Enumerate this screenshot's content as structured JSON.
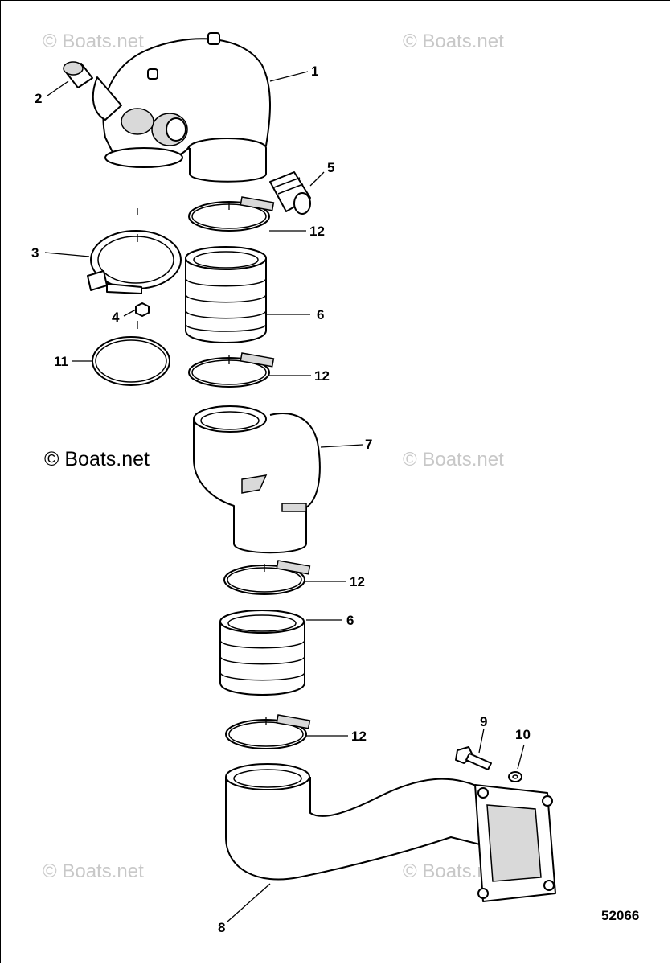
{
  "callouts": [
    {
      "id": "c1",
      "label": "1"
    },
    {
      "id": "c2",
      "label": "2"
    },
    {
      "id": "c3",
      "label": "3"
    },
    {
      "id": "c4",
      "label": "4"
    },
    {
      "id": "c5",
      "label": "5"
    },
    {
      "id": "c6a",
      "label": "6"
    },
    {
      "id": "c6b",
      "label": "6"
    },
    {
      "id": "c7",
      "label": "7"
    },
    {
      "id": "c8",
      "label": "8"
    },
    {
      "id": "c9",
      "label": "9"
    },
    {
      "id": "c10",
      "label": "10"
    },
    {
      "id": "c11",
      "label": "11"
    },
    {
      "id": "c12a",
      "label": "12"
    },
    {
      "id": "c12b",
      "label": "12"
    },
    {
      "id": "c12c",
      "label": "12"
    },
    {
      "id": "c12d",
      "label": "12"
    }
  ],
  "watermark": "© Boats.net",
  "figure_number": "52066"
}
